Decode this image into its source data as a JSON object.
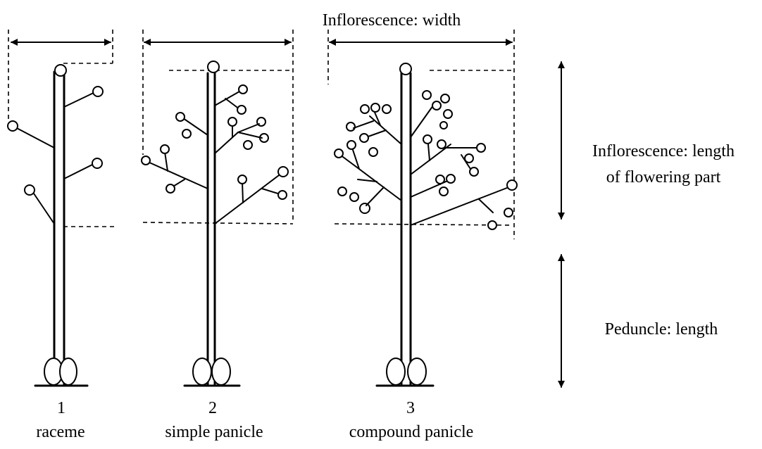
{
  "labels": {
    "width": "Inflorescence: width",
    "length_line1": "Inflorescence: length",
    "length_line2": "of flowering part",
    "peduncle": "Peduncle: length"
  },
  "types": [
    {
      "number": "1",
      "name": "raceme"
    },
    {
      "number": "2",
      "name": "simple panicle"
    },
    {
      "number": "3",
      "name": "compound panicle"
    }
  ]
}
